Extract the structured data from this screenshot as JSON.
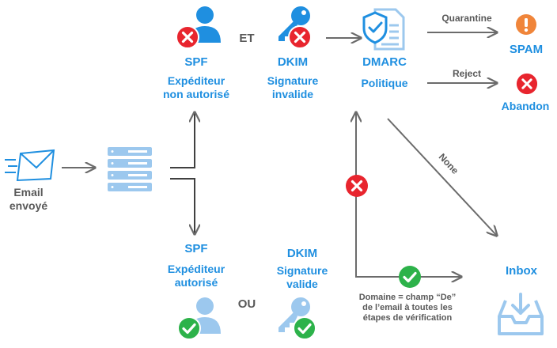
{
  "colors": {
    "blue": "#1f8fe0",
    "light_blue": "#9cc8ee",
    "gray_text": "#595959",
    "arrow": "#6b6b6b",
    "error_red": "#e8252e",
    "success_green": "#2db24a",
    "warning_orange": "#f0853a"
  },
  "email": {
    "label_line1": "Email",
    "label_line2": "envoyé"
  },
  "fail_path": {
    "spf": {
      "title": "SPF",
      "line1": "Expéditeur",
      "line2": "non autorisé"
    },
    "connector": "ET",
    "dkim": {
      "title": "DKIM",
      "line1": "Signature",
      "line2": "invalide"
    }
  },
  "dmarc": {
    "title": "DMARC",
    "subtitle": "Politique"
  },
  "outcomes": {
    "quarantine": {
      "arrow_label": "Quarantine",
      "result": "SPAM"
    },
    "reject": {
      "arrow_label": "Reject",
      "result": "Abandon"
    },
    "none": {
      "arrow_label": "None"
    },
    "inbox": {
      "result": "Inbox"
    }
  },
  "pass_path": {
    "spf": {
      "title": "SPF",
      "line1": "Expéditeur",
      "line2": "autorisé"
    },
    "connector": "OU",
    "dkim": {
      "title": "DKIM",
      "line1": "Signature",
      "line2": "valide"
    }
  },
  "alignment_note": {
    "line1": "Domaine = champ “De”",
    "line2": "de l’email à toutes les",
    "line3": "étapes de vérification"
  },
  "icons": [
    "email-envelope-icon",
    "server-rack-icon",
    "user-icon",
    "key-icon",
    "shield-document-icon",
    "warning-icon",
    "error-icon",
    "check-icon",
    "inbox-tray-icon"
  ]
}
